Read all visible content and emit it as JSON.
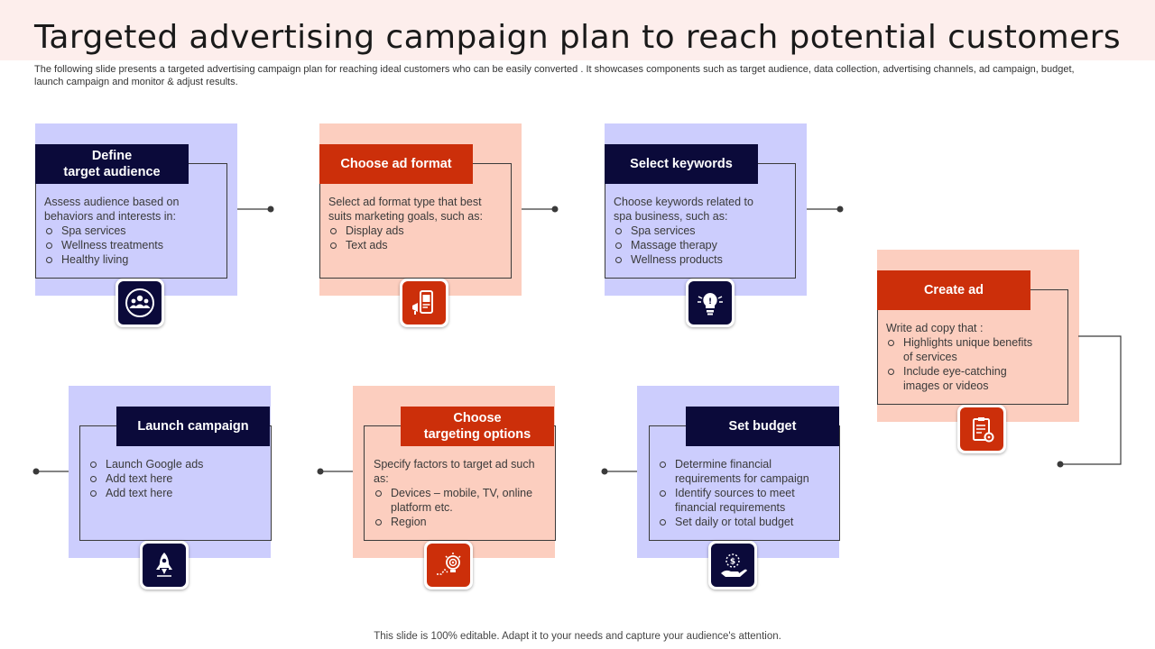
{
  "title": "Targeted advertising campaign plan to reach potential customers",
  "subtitle": "The following slide presents a targeted advertising campaign plan for reaching ideal customers who can be easily converted .  It showcases components such as target audience, data collection, advertising channels, ad campaign, budget, launch campaign and monitor & adjust results.",
  "footer": "This slide is 100% editable. Adapt it to your needs and capture your audience's attention.",
  "colors": {
    "navy": "#0b0a3a",
    "red": "#cc2f0a",
    "blue_card": "#cccdfd",
    "pink_card": "#fccebf"
  },
  "steps": [
    {
      "title_lines": [
        "Define",
        "target audience"
      ],
      "intro": "Assess audience based on behaviors  and interests in:",
      "bullets": [
        "Spa services",
        "Wellness treatments",
        "Healthy living"
      ],
      "icon": "audience-group-icon"
    },
    {
      "title_lines": [
        "Choose ad format"
      ],
      "intro": "Select ad format type that best suits marketing goals, such as:",
      "bullets": [
        "Display ads",
        "Text ads"
      ],
      "icon": "mobile-ad-icon"
    },
    {
      "title_lines": [
        "Select keywords"
      ],
      "intro": "Choose keywords related to spa business, such as:",
      "bullets": [
        "Spa services",
        "Massage therapy",
        "Wellness products"
      ],
      "icon": "lightbulb-idea-icon"
    },
    {
      "title_lines": [
        "Create ad"
      ],
      "intro": "Write ad copy that :",
      "bullets": [
        "Highlights unique benefits of services",
        "Include eye-catching images or videos"
      ],
      "icon": "clipboard-gear-icon"
    },
    {
      "title_lines": [
        "Set budget"
      ],
      "intro": "",
      "bullets": [
        "Determine financial requirements for campaign",
        "Identify sources to meet financial requirements",
        "Set daily or total budget"
      ],
      "icon": "money-hand-icon"
    },
    {
      "title_lines": [
        "Choose",
        "targeting options"
      ],
      "intro": "Specify factors to target ad such as:",
      "bullets": [
        "Devices – mobile, TV, online platform etc.",
        "Region"
      ],
      "icon": "target-bulb-icon"
    },
    {
      "title_lines": [
        "Launch campaign"
      ],
      "intro": "",
      "bullets": [
        "Launch Google ads",
        "Add text here",
        "Add text here"
      ],
      "icon": "rocket-icon"
    }
  ]
}
